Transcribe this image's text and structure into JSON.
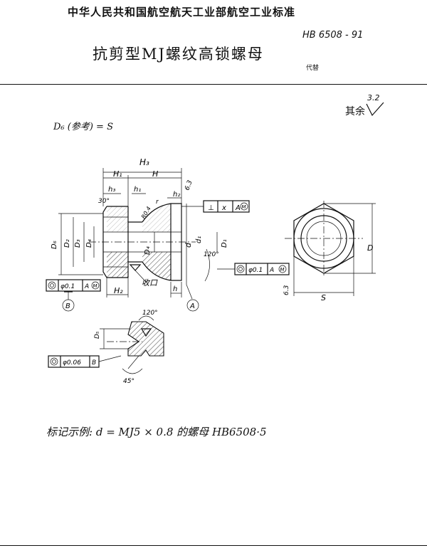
{
  "header": {
    "organization": "中华人民共和国航空航天工业部航空工业标准",
    "title": "抗剪型MJ螺纹高锁螺母",
    "standard_code": "HB 6508 - 91",
    "replaces": "代替"
  },
  "roughness": {
    "label": "其余",
    "value": "3.2"
  },
  "reference_note": "D₆ (参考) = S",
  "drawing": {
    "dims": {
      "H3": "H₃",
      "H1": "H₁",
      "H": "H",
      "h3": "h₃",
      "h1": "h₁",
      "h2": "h₂",
      "angle30": "30°",
      "r04": "R0.4",
      "r": "r",
      "H2": "H₂",
      "h": "h",
      "D6": "D₆",
      "D2": "D₂",
      "D3": "D₃",
      "D4": "D₄",
      "d": "d",
      "d1": "d₁",
      "D1": "D₁",
      "angle120": "120°",
      "D": "D",
      "S": "S",
      "roughness_6_3": "6.3",
      "D5": "D₅",
      "angle120b": "120°",
      "angle45": "45°",
      "receive": "收口"
    },
    "tolerances": {
      "perp": {
        "symbol": "⊥",
        "value": "x",
        "datum": "A",
        "modifier": "M"
      },
      "runout_a": {
        "symbol": "◎",
        "value": "φ0.1",
        "datum": "A",
        "modifier": "M"
      },
      "runout_b": {
        "symbol": "◎",
        "value": "φ0.1",
        "datum": "A",
        "modifier": "M"
      },
      "runout_c": {
        "symbol": "◎",
        "value": "φ0.06",
        "datum": "B"
      }
    },
    "datums": {
      "a": "A",
      "b": "B"
    }
  },
  "marking_example": "标记示例:  d = MJ5 × 0.8 的螺母  HB6508·5"
}
